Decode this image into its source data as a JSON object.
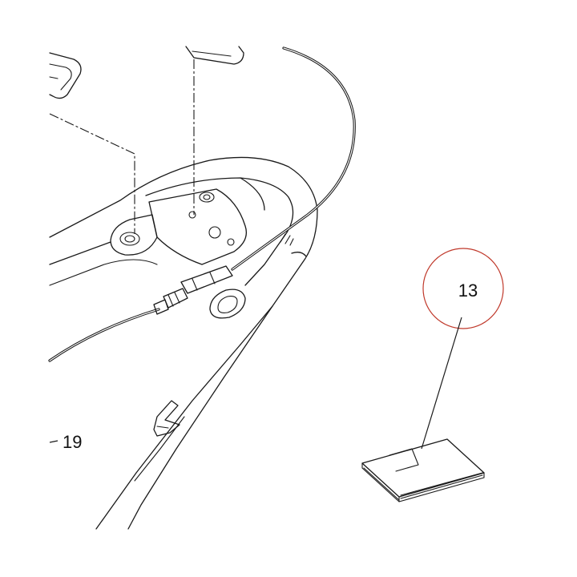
{
  "callouts": [
    {
      "id": "13",
      "label": "13",
      "highlighted": true
    },
    {
      "id": "19",
      "label": "19",
      "highlighted": false
    }
  ],
  "colors": {
    "line": "#1a1a1a",
    "highlight_circle": "#c0392b",
    "background": "#ffffff"
  }
}
